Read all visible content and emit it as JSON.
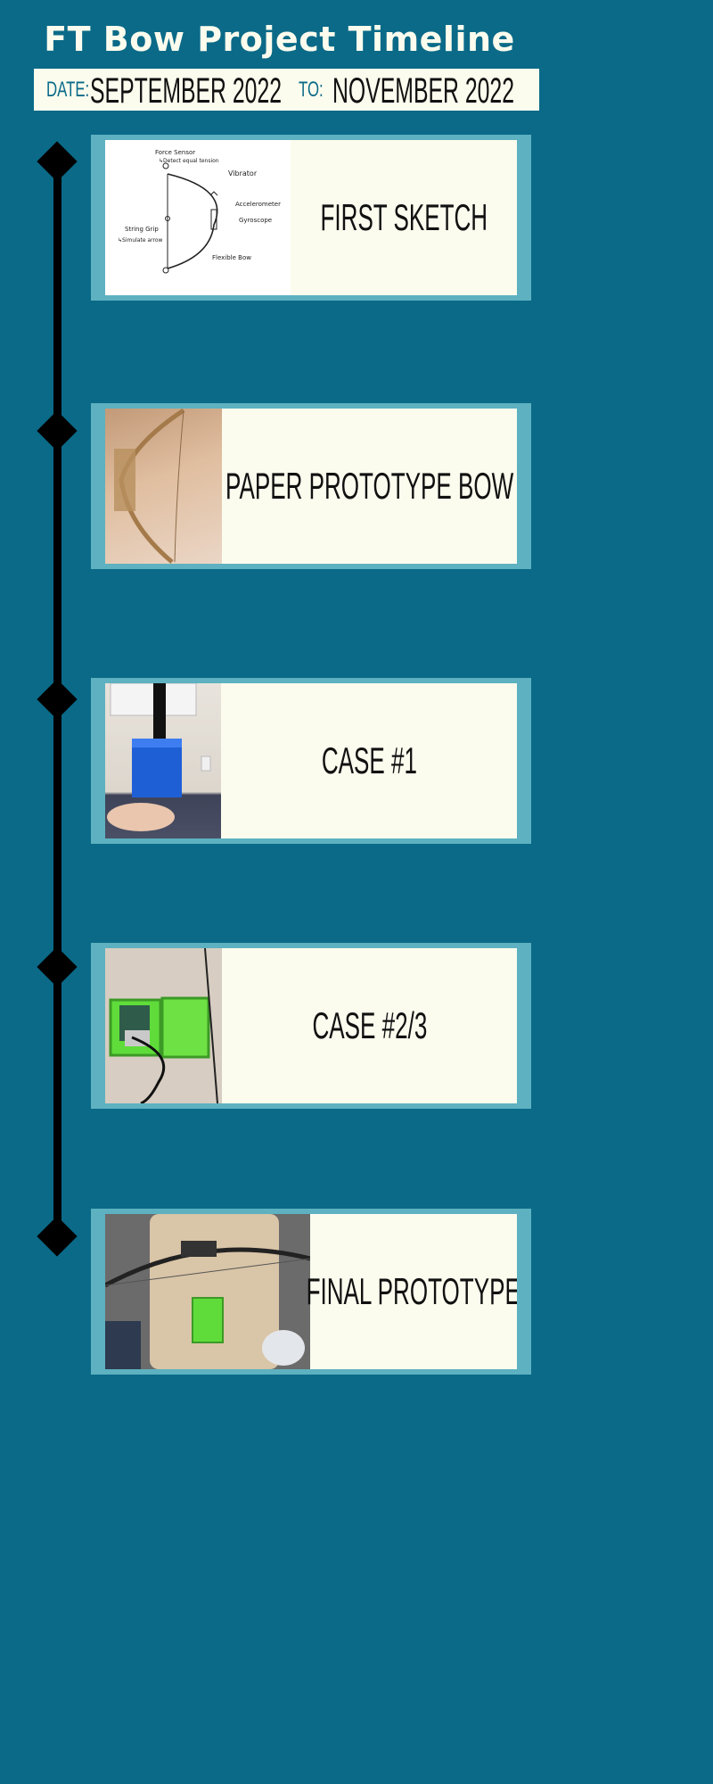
{
  "page": {
    "title": "FT Bow Project Timeline",
    "date_label": "DATE:",
    "start_date": "SEPTEMBER 2022",
    "to_label": "TO:",
    "end_date": "NOVEMBER 2022"
  },
  "milestones": [
    {
      "label": "FIRST SKETCH",
      "image": "sketch-image",
      "sketch_annotations": [
        "Force Sensor",
        "↳Detect equal tension",
        "Vibrator",
        "Accelerometer",
        "Gyroscope",
        "String Grip",
        "↳Simulate arrow",
        "Flexible Bow"
      ]
    },
    {
      "label": "PAPER PROTOTYPE BOW",
      "image": "paper-bow-photo"
    },
    {
      "label": "CASE #1",
      "image": "case1-photo"
    },
    {
      "label": "CASE #2/3",
      "image": "case23-photo"
    },
    {
      "label": "FINAL PROTOTYPE",
      "image": "final-prototype-photo"
    }
  ],
  "colors": {
    "background": "#0b6a88",
    "card_border": "#5db1c0",
    "card_fill": "#fbfcee",
    "timeline": "#000000"
  }
}
